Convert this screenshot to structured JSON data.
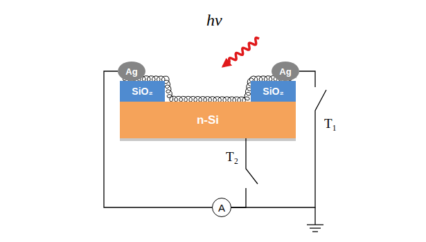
{
  "diagram": {
    "nodes": [
      {
        "text": [
          "Ag"
        ]
      },
      {
        "text": [
          "Ag"
        ]
      },
      {
        "text": [
          "SiO₂"
        ]
      },
      {
        "text": [
          "SiO₂"
        ]
      },
      {
        "text": [
          "n-Si"
        ]
      },
      {
        "text": [
          "A"
        ]
      }
    ],
    "edges": [
      {
        "from": 0,
        "to": 5,
        "arrow": "none"
      },
      {
        "from": 5,
        "to": 1,
        "arrow": "none"
      },
      {
        "from": 5,
        "to": 4,
        "arrow": "none"
      }
    ],
    "labels": [
      "hν",
      "T₁",
      "T₂"
    ]
  }
}
